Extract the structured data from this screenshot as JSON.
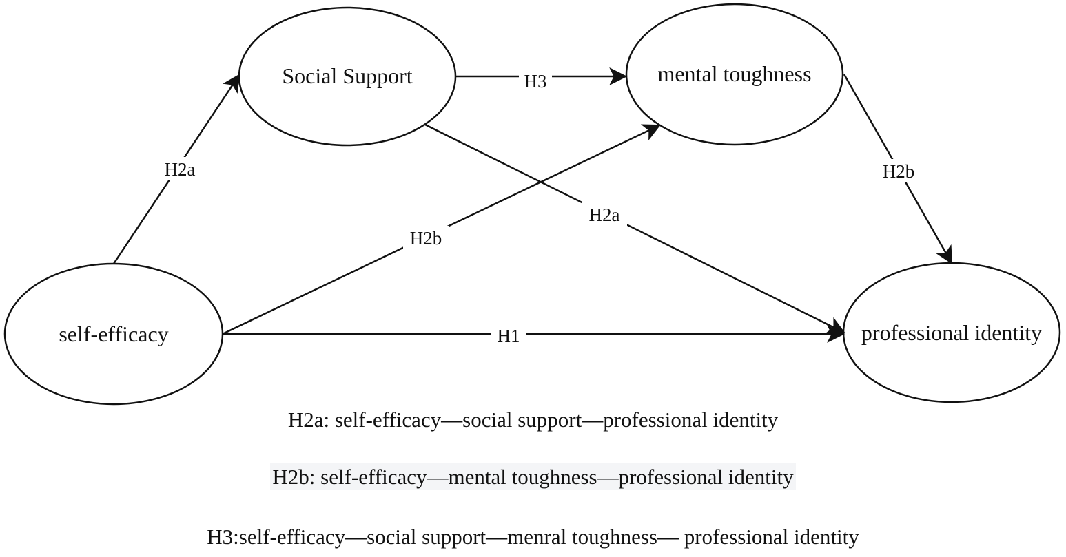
{
  "colors": {
    "stroke": "#111111",
    "background": "#ffffff",
    "highlight": "#f4f5f7"
  },
  "nodes": {
    "social_support": "Social Support",
    "mental_toughness": "mental toughness",
    "self_efficacy": "self-efficacy",
    "professional_identity": "professional identity"
  },
  "edges": {
    "self_social": "H2a",
    "social_professional": "H2a",
    "social_mental": "H3",
    "self_mental": "H2b",
    "mental_professional": "H2b",
    "self_professional": "H1"
  },
  "legend": {
    "h2a": "H2a: self-efficacy—social support—professional identity",
    "h2b": "H2b: self-efficacy—mental toughness—professional identity",
    "h3": "H3:self-efficacy—social support—menral toughness— professional identity"
  }
}
